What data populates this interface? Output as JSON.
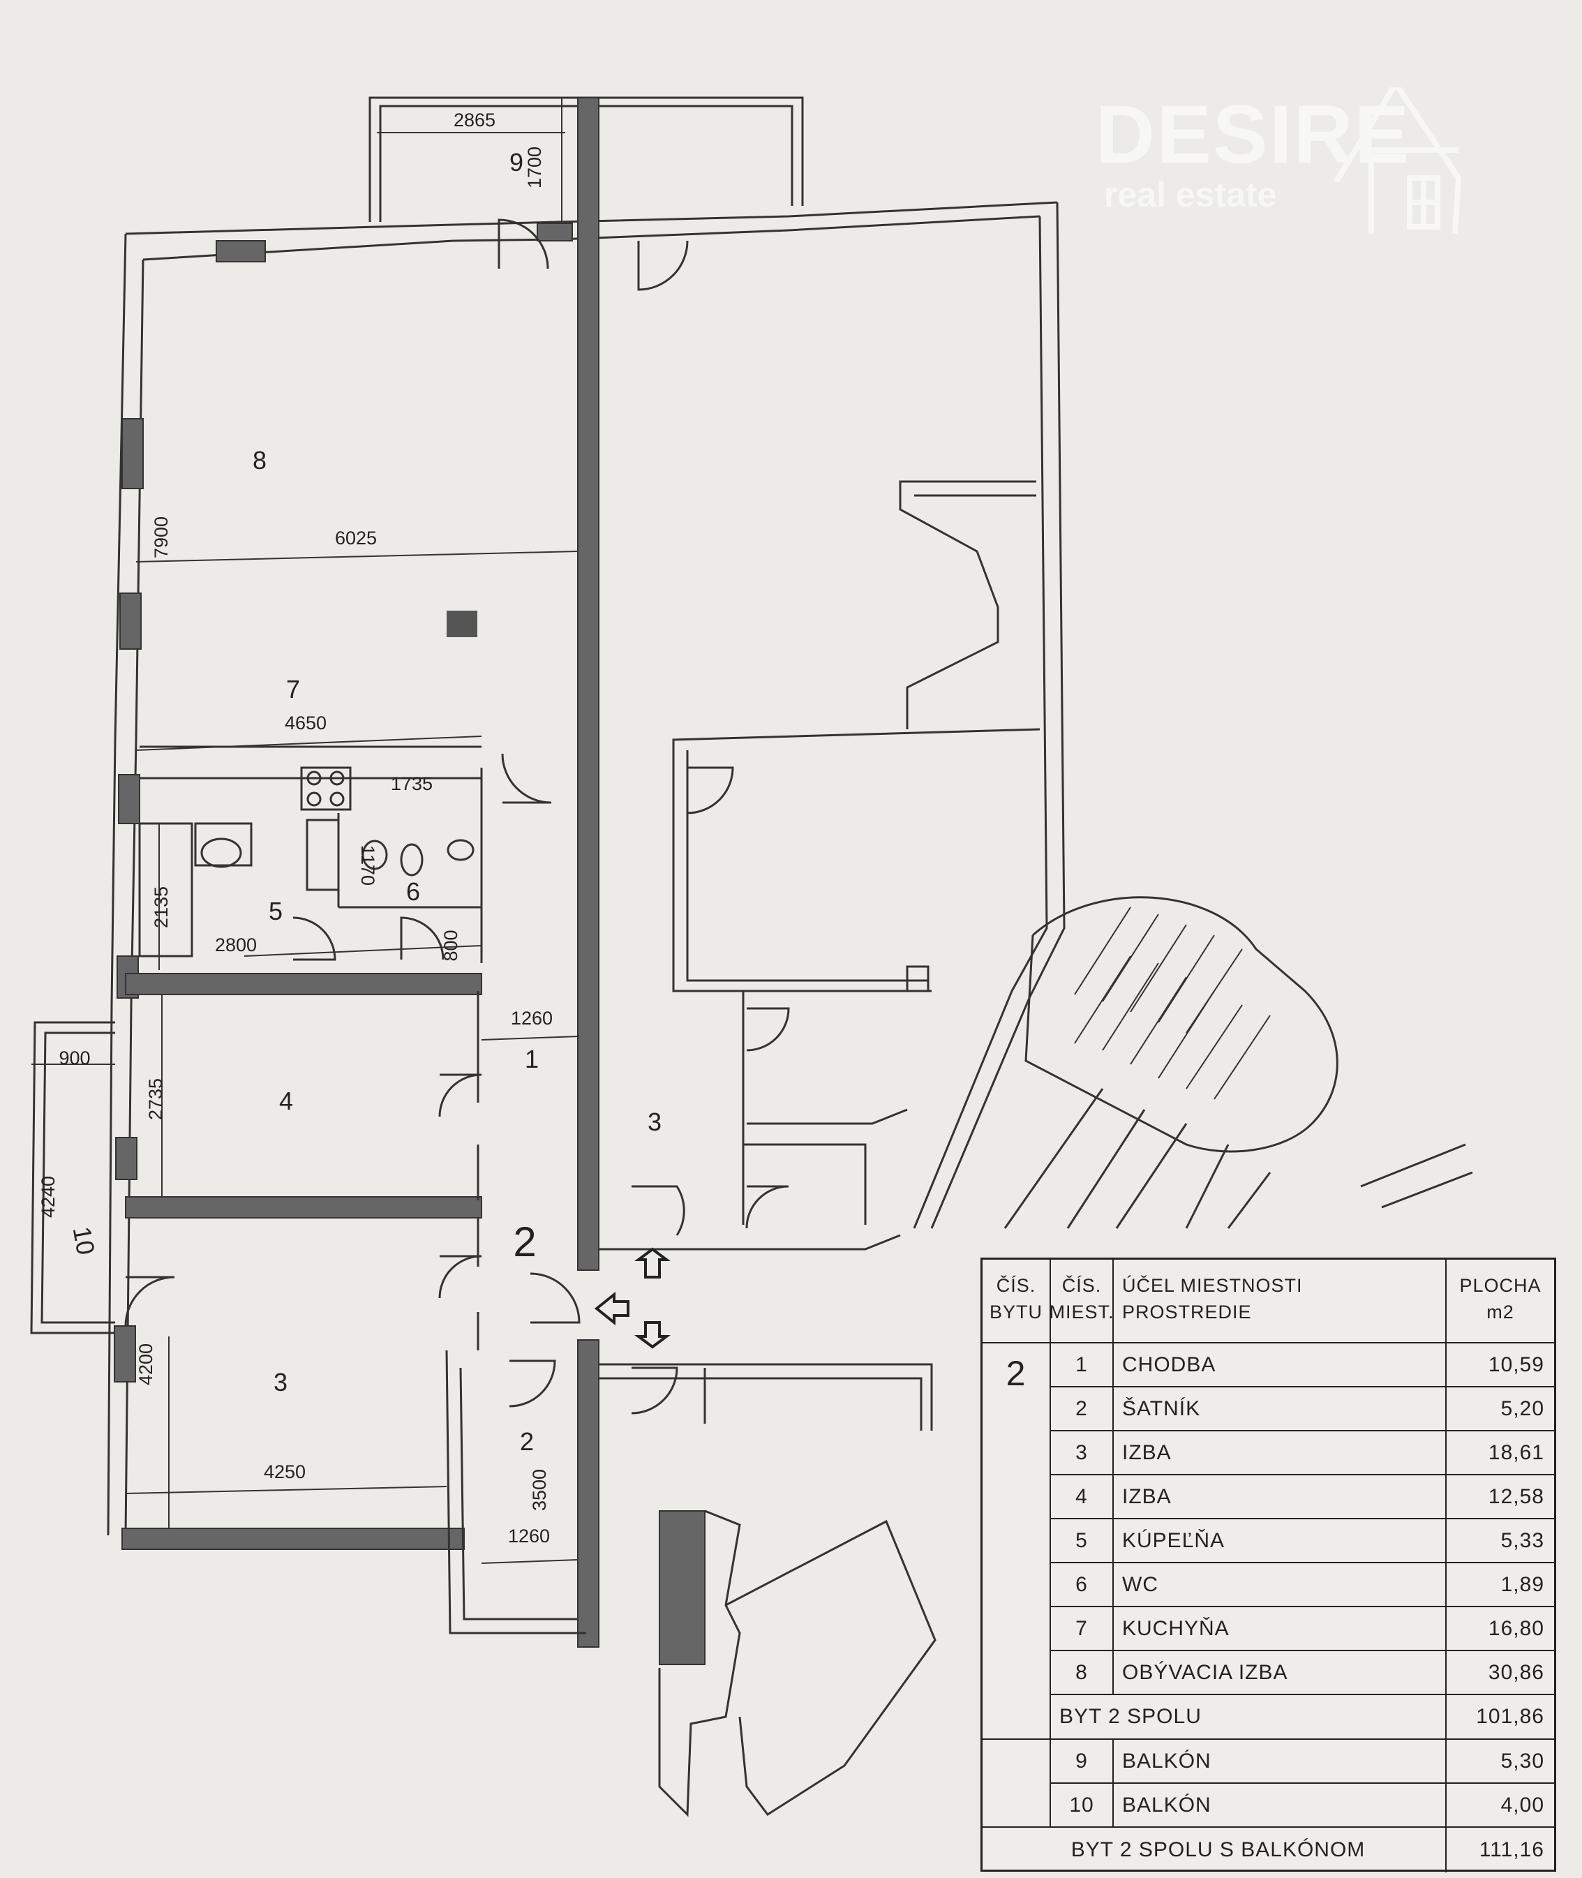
{
  "logo": {
    "brand": "DESIRE",
    "tagline": "real estate"
  },
  "apartment_label": "2",
  "room_labels": {
    "r8": "8",
    "r7": "7",
    "r5": "5",
    "r6": "6",
    "r1": "1",
    "r4": "4",
    "r2_big": "2",
    "r3_left": "3",
    "r2_small": "2",
    "r3_right": "3"
  },
  "dimensions": {
    "d2865": "2865",
    "d1700": "1700",
    "d9": "9",
    "d7900": "7900",
    "d6025": "6025",
    "d4650": "4650",
    "d1735": "1735",
    "d1170": "1170",
    "d2135": "2135",
    "d2800": "2800",
    "d800": "800",
    "d1260_top": "1260",
    "d900": "900",
    "d2735": "2735",
    "d4240": "4240",
    "d10": "10",
    "d4200": "4200",
    "d4250": "4250",
    "d3500": "3500",
    "d1260_bottom": "1260"
  },
  "legend": {
    "headers": {
      "apt_line1": "ČÍS.",
      "apt_line2": "BYTU",
      "room_line1": "ČÍS.",
      "room_line2": "MIEST.",
      "purpose_line1": "ÚČEL MIESTNOSTI",
      "purpose_line2": "PROSTREDIE",
      "area_line1": "PLOCHA",
      "area_line2": "m2"
    },
    "apartment": "2",
    "rooms": [
      {
        "num": "1",
        "name": "CHODBA",
        "area": "10,59"
      },
      {
        "num": "2",
        "name": "ŠATNÍK",
        "area": "5,20"
      },
      {
        "num": "3",
        "name": "IZBA",
        "area": "18,61"
      },
      {
        "num": "4",
        "name": "IZBA",
        "area": "12,58"
      },
      {
        "num": "5",
        "name": "KÚPEĽŇA",
        "area": "5,33"
      },
      {
        "num": "6",
        "name": "WC",
        "area": "1,89"
      },
      {
        "num": "7",
        "name": "KUCHYŇA",
        "area": "16,80"
      },
      {
        "num": "8",
        "name": "OBÝVACIA IZBA",
        "area": "30,86"
      }
    ],
    "subtotal": {
      "label": "BYT 2 SPOLU",
      "area": "101,86"
    },
    "balconies": [
      {
        "num": "9",
        "name": "BALKÓN",
        "area": "5,30"
      },
      {
        "num": "10",
        "name": "BALKÓN",
        "area": "4,00"
      }
    ],
    "total": {
      "label": "BYT 2 SPOLU S BALKÓNOM",
      "area": "111,16"
    }
  }
}
